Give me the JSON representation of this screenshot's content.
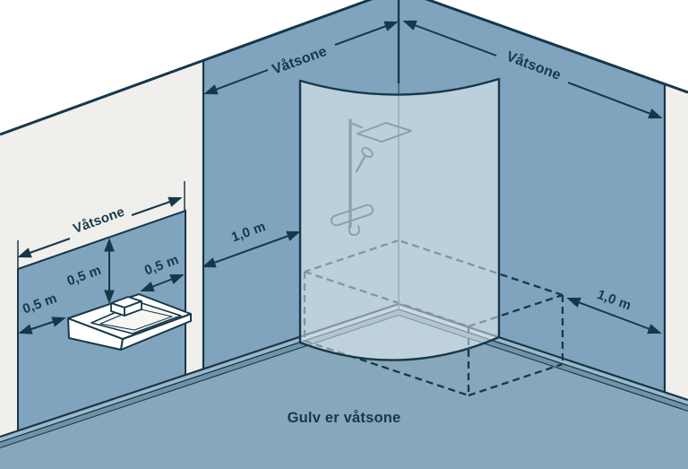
{
  "diagram": {
    "zone_labels": {
      "left_wall": "Våtsone",
      "right_wall": "Våtsone",
      "sink_wall": "Våtsone"
    },
    "measurements": {
      "left_wall_offset": "1,0 m",
      "right_wall_offset": "1,0 m",
      "sink_above": "0,5 m",
      "sink_side": "0,5 m",
      "sink_front": "0,5 m"
    },
    "floor_note": "Gulv er våtsone",
    "colors": {
      "wall_wet_zone_blue": "#81a4be",
      "wall_dry_offwhite": "#f0efeb",
      "floor_blue": "#87a8ba",
      "baseboard_dark": "#6d94aa",
      "baseboard_light": "#9fb7c6",
      "outline_navy": "#16384a",
      "shower_glass": "rgba(255,255,255,0.47)",
      "fixture_gray": "#8ba1ae"
    }
  }
}
